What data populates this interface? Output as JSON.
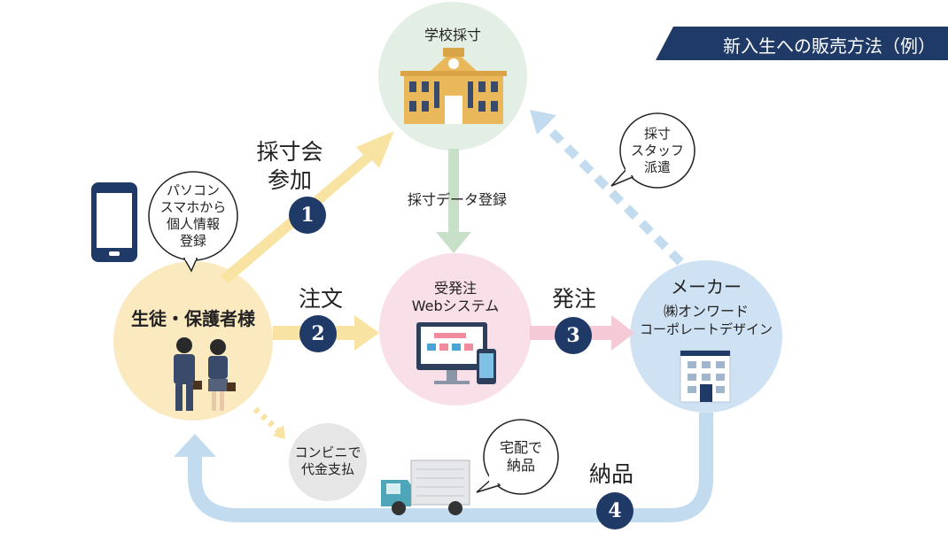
{
  "banner": "新入生への販売方法（例）",
  "nodes": {
    "school": "学校採寸",
    "system_line1": "受発注",
    "system_line2": "Webシステム",
    "maker_line1": "メーカー",
    "maker_line2": "㈱オンワード",
    "maker_line3": "コーポレートデザイン",
    "student": "生徒・保護者様"
  },
  "bubbles": {
    "register": [
      "パソコン",
      "スマホから",
      "個人情報",
      "登録"
    ],
    "staff": [
      "採寸",
      "スタッフ",
      "派遣"
    ],
    "convenience": [
      "コンビニで",
      "代金支払"
    ],
    "delivery": [
      "宅配で",
      "納品"
    ]
  },
  "steps": [
    {
      "num": "1",
      "label_line1": "採寸会",
      "label_line2": "参加"
    },
    {
      "num": "2",
      "label": "注文"
    },
    {
      "num": "3",
      "label": "発注"
    },
    {
      "num": "4",
      "label": "納品"
    }
  ],
  "data_register": "採寸データ登録",
  "colors": {
    "navy": "#1f3a66",
    "school_circle": "#e3efe4",
    "system_circle": "#f9dfe8",
    "maker_circle": "#cfe2f3",
    "student_circle": "#fbe9bf",
    "yellow_arrow": "#f9e3a3",
    "pink_arrow": "#f6c9d7",
    "blue_arrow": "#c3dbef",
    "green_arrow": "#c9e0c8"
  }
}
